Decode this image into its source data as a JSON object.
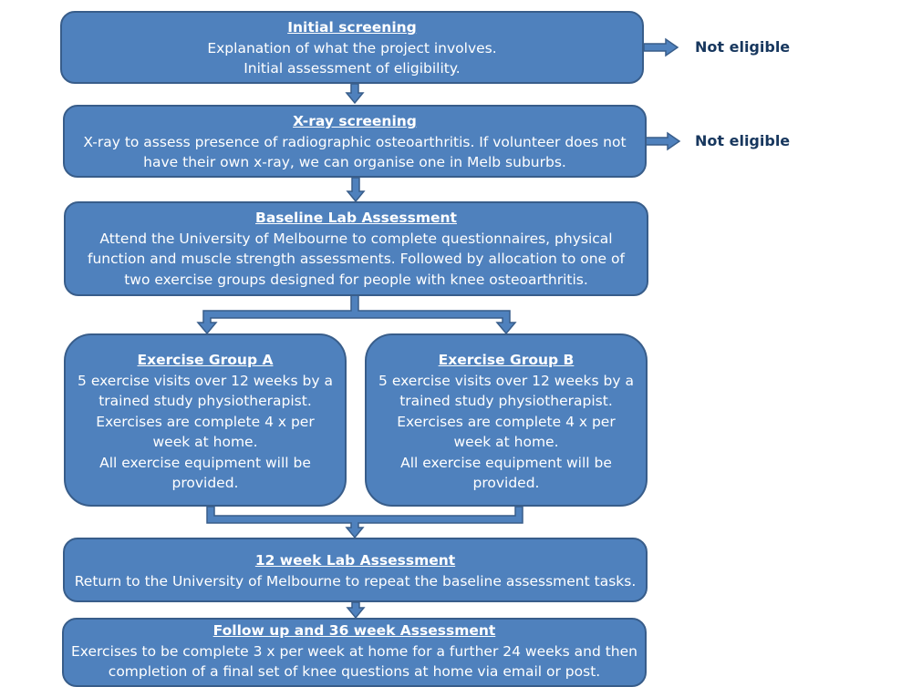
{
  "colors": {
    "box_fill": "#4f81bd",
    "box_border": "#385d8a",
    "label_text": "#17375e"
  },
  "boxes": {
    "initial_screening": {
      "title": "Initial screening",
      "lines": [
        "Explanation of what the project involves.",
        "Initial assessment of eligibility."
      ]
    },
    "xray_screening": {
      "title": "X-ray screening",
      "lines": [
        "X-ray to assess presence of radiographic osteoarthritis. If volunteer does not",
        "have their own x-ray, we can organise one in Melb suburbs."
      ]
    },
    "baseline_assessment": {
      "title": "Baseline Lab Assessment",
      "lines": [
        "Attend the University of Melbourne to complete questionnaires, physical",
        "function and muscle strength assessments. Followed by allocation to one of",
        "two exercise groups designed for people with knee osteoarthritis."
      ]
    },
    "group_a": {
      "title": "Exercise Group A",
      "lines": [
        "5 exercise visits over 12 weeks by a",
        "trained study physiotherapist.",
        "Exercises are complete 4 x per",
        "week at home.",
        "All exercise equipment will be",
        "provided."
      ]
    },
    "group_b": {
      "title": "Exercise Group B",
      "lines": [
        "5 exercise visits over 12 weeks by a",
        "trained study physiotherapist.",
        "Exercises are complete 4 x per",
        "week at home.",
        "All exercise equipment will be",
        "provided."
      ]
    },
    "week12_assessment": {
      "title": "12 week Lab Assessment",
      "lines": [
        "Return to the University of Melbourne to repeat the baseline assessment tasks."
      ]
    },
    "followup_assessment": {
      "title": "Follow up and 36 week Assessment",
      "lines": [
        "Exercises to be complete 3 x per week at home for a further 24 weeks and then",
        "completion of a final set of knee questions at home via email or post."
      ]
    }
  },
  "side_labels": {
    "initial_not_eligible": "Not eligible",
    "xray_not_eligible": "Not eligible"
  }
}
